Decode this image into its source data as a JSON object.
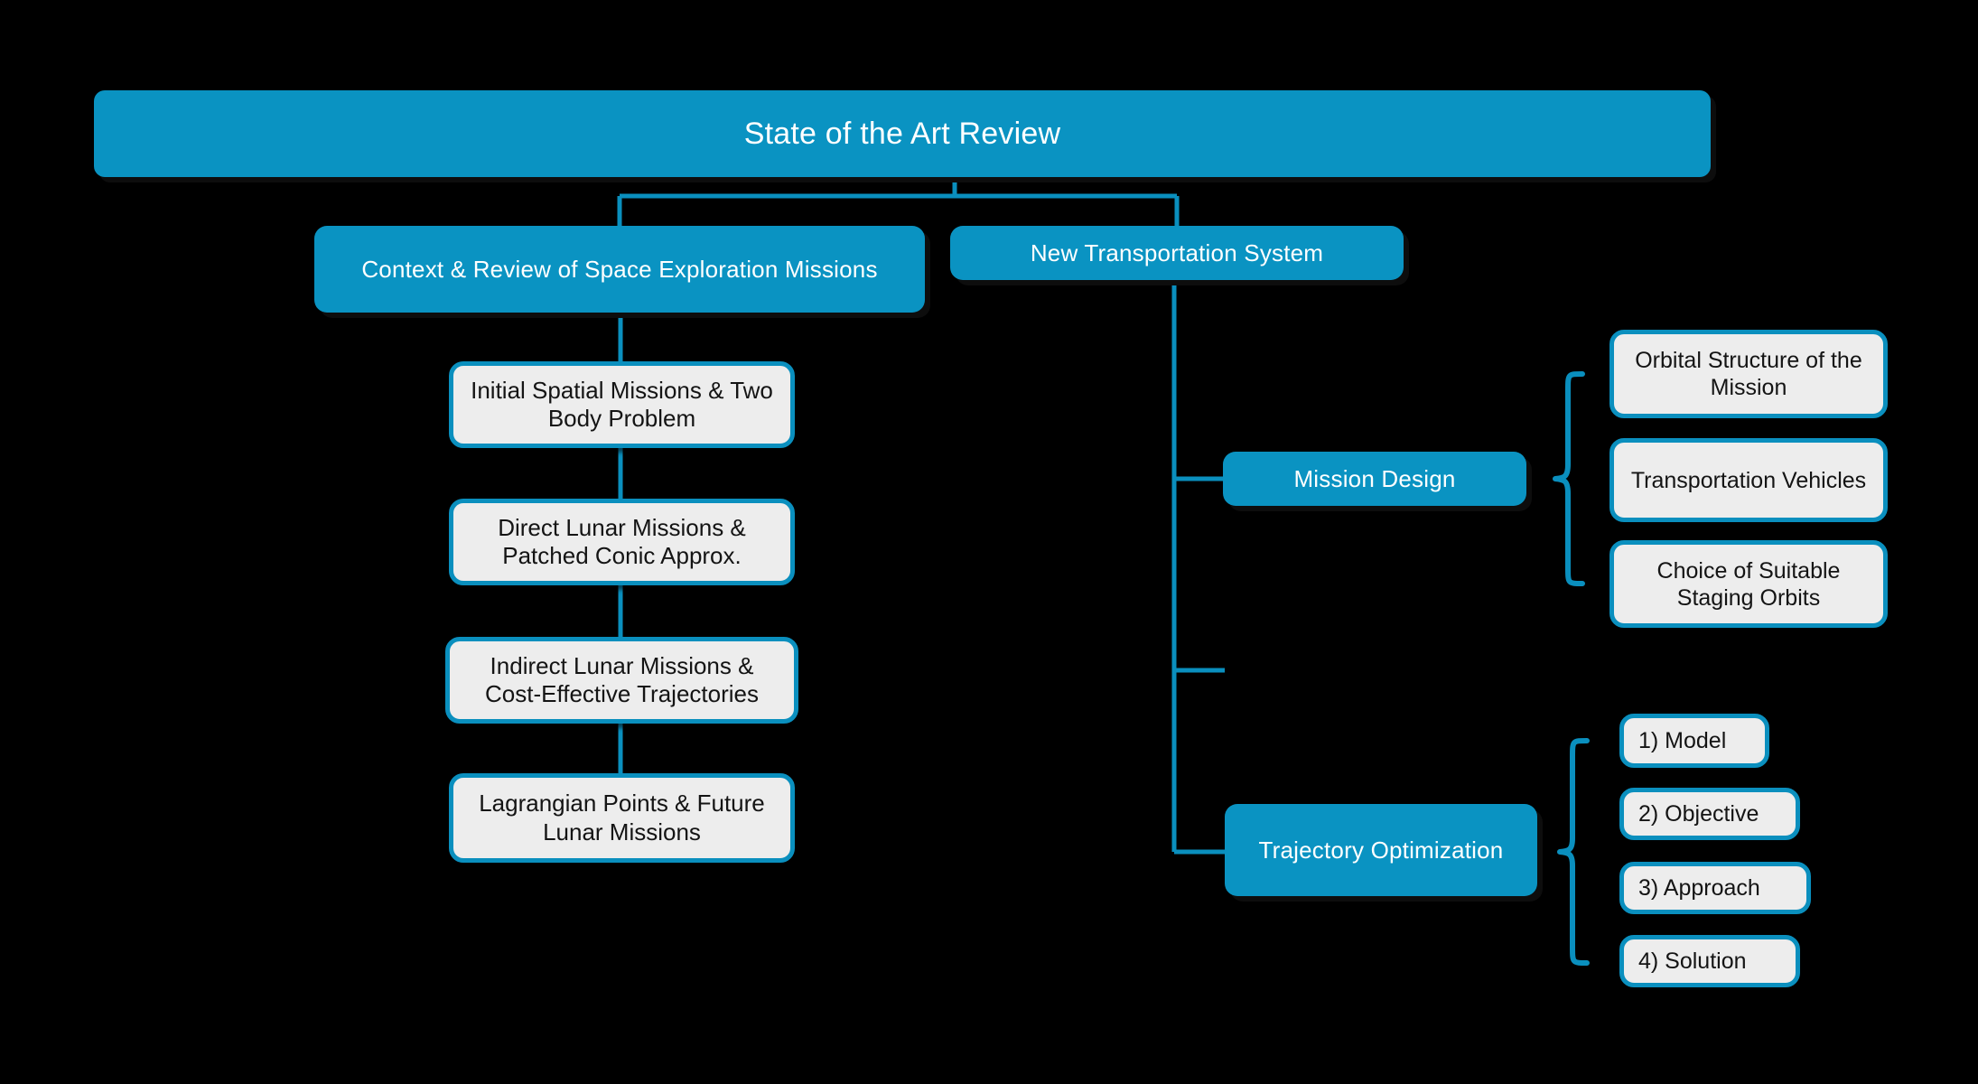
{
  "diagram": {
    "title": "State of the Art Review",
    "background_color": "#000000",
    "accent_color": "#0A93C2",
    "leaf_fill_color": "#EDEDED",
    "leaf_border_color": "#0A8FBE",
    "filled_text_color": "#FFFFFF",
    "leaf_text_color": "#141414"
  },
  "root": {
    "label": "State of the Art Review"
  },
  "branches": [
    {
      "id": "context",
      "label": "Context & Review of Space Exploration Missions",
      "children": [
        {
          "id": "l1",
          "label": "Initial Spatial Missions & Two Body Problem"
        },
        {
          "id": "l2",
          "label": "Direct Lunar Missions & Patched Conic Approx."
        },
        {
          "id": "l3",
          "label": "Indirect Lunar Missions & Cost-Effective Trajectories"
        },
        {
          "id": "l4",
          "label": "Lagrangian Points & Future Lunar Missions"
        }
      ]
    },
    {
      "id": "newtrans",
      "label": "New Transportation System",
      "children": [
        {
          "id": "mission",
          "label": "Mission Design",
          "children": [
            {
              "id": "r1",
              "label": "Orbital Structure of the Mission"
            },
            {
              "id": "r2",
              "label": "Transportation Vehicles"
            },
            {
              "id": "r3",
              "label": "Choice of Suitable Staging Orbits"
            }
          ]
        },
        {
          "id": "trajectory",
          "label": "Trajectory Optimization",
          "children": [
            {
              "id": "t1",
              "label": "1) Model"
            },
            {
              "id": "t2",
              "label": "2) Objective"
            },
            {
              "id": "t3",
              "label": "3) Approach"
            },
            {
              "id": "t4",
              "label": "4) Solution"
            }
          ]
        }
      ]
    }
  ]
}
